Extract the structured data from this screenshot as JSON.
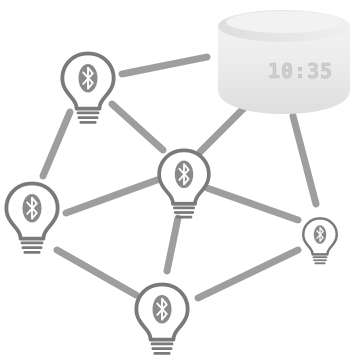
{
  "diagram": {
    "description_free": true,
    "hub": {
      "kind": "smart-speaker-clock",
      "display_time": "10:35",
      "icon": "smart-speaker-icon"
    },
    "nodes": [
      {
        "id": "bulb-top-left",
        "icon": "bluetooth-bulb-icon"
      },
      {
        "id": "bulb-center",
        "icon": "bluetooth-bulb-icon"
      },
      {
        "id": "bulb-left",
        "icon": "bluetooth-bulb-icon"
      },
      {
        "id": "bulb-right",
        "icon": "bluetooth-bulb-icon"
      },
      {
        "id": "bulb-bottom",
        "icon": "bluetooth-bulb-icon"
      }
    ],
    "edges": [
      [
        "bulb-top-left",
        "hub"
      ],
      [
        "bulb-top-left",
        "bulb-center"
      ],
      [
        "bulb-top-left",
        "bulb-left"
      ],
      [
        "bulb-center",
        "hub"
      ],
      [
        "bulb-center",
        "bulb-left"
      ],
      [
        "bulb-center",
        "bulb-right"
      ],
      [
        "bulb-center",
        "bulb-bottom"
      ],
      [
        "hub",
        "bulb-right"
      ],
      [
        "bulb-left",
        "bulb-bottom"
      ],
      [
        "bulb-right",
        "bulb-bottom"
      ]
    ],
    "colors": {
      "edge": "#9e9e9e",
      "bulb_outline": "#7a7a7a",
      "bulb_icon": "#8a8a8a",
      "speaker_body": "#e9e9e9",
      "speaker_screen_text": "#cfcfcf"
    }
  }
}
